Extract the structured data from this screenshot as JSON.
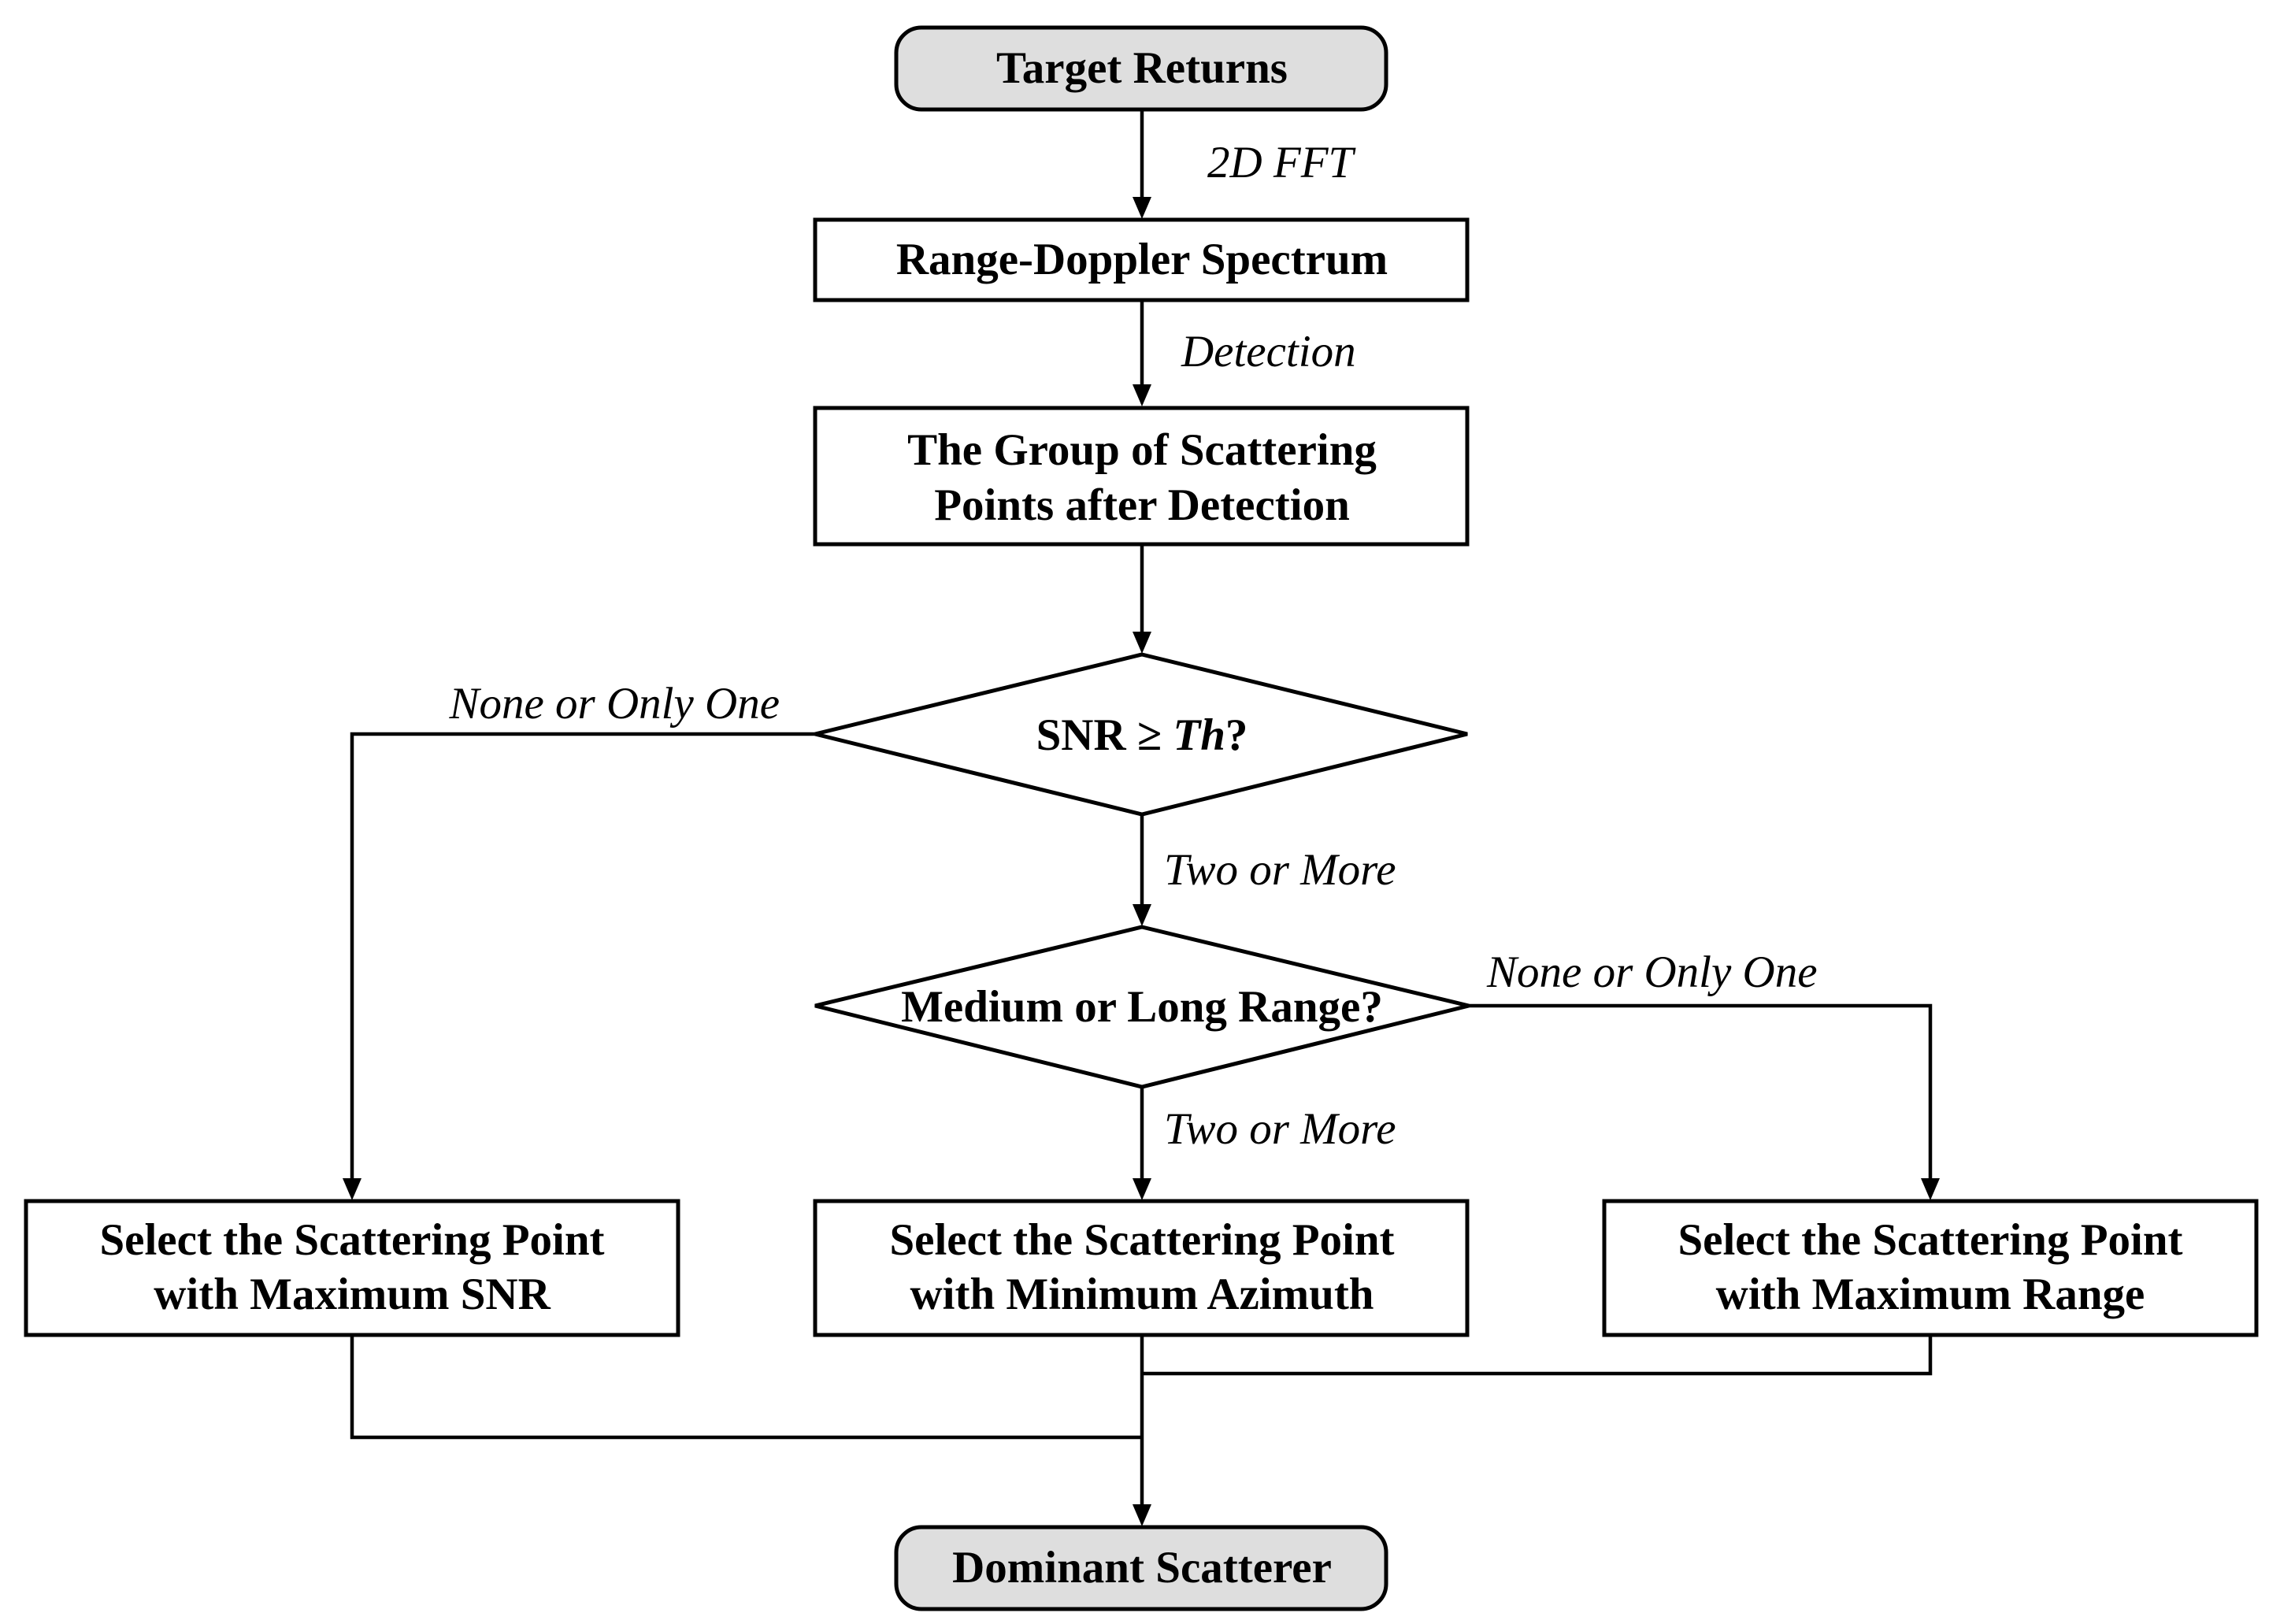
{
  "nodes": {
    "start": "Target Returns",
    "spectrum": "Range-Doppler Spectrum",
    "group": [
      "The Group of Scattering",
      "Points after Detection"
    ],
    "snr_decision": {
      "prefix": "SNR ≥ ",
      "variable": "Th",
      "suffix": "?"
    },
    "range_decision": "Medium or Long Range?",
    "max_snr": [
      "Select the Scattering Point",
      "with Maximum SNR"
    ],
    "min_azimuth": [
      "Select the Scattering Point",
      "with Minimum Azimuth"
    ],
    "max_range": [
      "Select the Scattering Point",
      "with Maximum Range"
    ],
    "end": "Dominant Scatterer"
  },
  "edge_labels": {
    "fft": "2D FFT",
    "detection": "Detection",
    "snr_few": "None or Only One",
    "snr_many": "Two or More",
    "range_few": "None or Only One",
    "range_many": "Two or More"
  }
}
